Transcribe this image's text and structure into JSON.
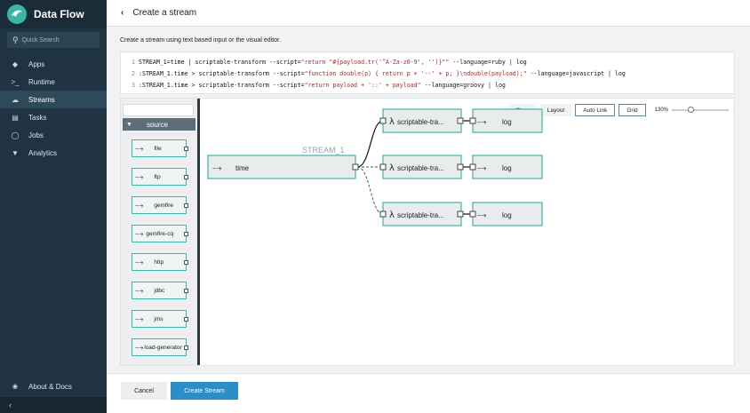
{
  "app": {
    "title": "Data Flow"
  },
  "search": {
    "placeholder": "Quick Search"
  },
  "sidebar": {
    "items": [
      {
        "label": "Apps",
        "icon": "apps-icon"
      },
      {
        "label": "Runtime",
        "icon": "terminal-icon"
      },
      {
        "label": "Streams",
        "icon": "cloud-icon",
        "active": true
      },
      {
        "label": "Tasks",
        "icon": "tasks-icon"
      },
      {
        "label": "Jobs",
        "icon": "clock-icon"
      },
      {
        "label": "Analytics",
        "icon": "filter-icon"
      }
    ],
    "about": "About & Docs"
  },
  "header": {
    "title": "Create a stream"
  },
  "intro": "Create a stream using text based input or the visual editor.",
  "editor": {
    "lines": [
      {
        "num": "1",
        "a": "STREAM_1=time | scriptable-transform --script=",
        "s": "\"return \"#{payload.tr('^A-Za-z0-9', '')}\"\"",
        "b": " --language=ruby | log"
      },
      {
        "num": "2",
        "a": ":STREAM_1.time > scriptable-transform --script=",
        "s": "\"function double(p) { return p + '--' + p; }\\ndouble(payload);\"",
        "b": " --language=javascript | log"
      },
      {
        "num": "3",
        "a": ":STREAM_1.time > scriptable-transform --script=",
        "s": "\"return payload + '::' + payload\"",
        "b": " --language=groovy | log"
      }
    ]
  },
  "palette": {
    "group": "source",
    "items": [
      "file",
      "ftp",
      "gemfire",
      "gemfire-cq",
      "http",
      "jdbc",
      "jms",
      "load-generator"
    ]
  },
  "toolbar": {
    "clear": "Clear",
    "layout": "Layout",
    "autolink": "Auto Link",
    "grid": "Grid",
    "zoom": "130%"
  },
  "graph": {
    "stream_name": "STREAM_1",
    "source": "time",
    "processors": [
      "scriptable-tra...",
      "scriptable-tra...",
      "scriptable-tra..."
    ],
    "sinks": [
      "log",
      "log",
      "log"
    ]
  },
  "footer": {
    "cancel": "Cancel",
    "create": "Create Stream"
  },
  "colors": {
    "sidebar": "#1f3340",
    "accent": "#3fb3a7",
    "primary": "#2a8fc7"
  }
}
